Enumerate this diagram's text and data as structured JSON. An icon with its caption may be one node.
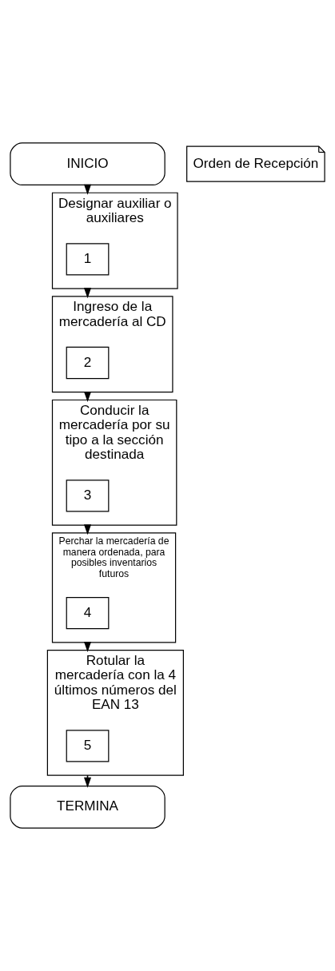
{
  "diagram": {
    "nodes": [
      {
        "text": [
          "INICIO"
        ]
      },
      {
        "text": [
          "Designar auxiliar o auxiliares"
        ]
      },
      {
        "text": [
          "1"
        ],
        "in": 1
      },
      {
        "text": [
          "Orden de Recepción"
        ]
      },
      {
        "text": [
          "Ingreso de la mercadería al CD"
        ]
      },
      {
        "text": [
          "2"
        ],
        "in": 4
      },
      {
        "text": [
          "Conducir la mercadería por su tipo a la sección destinada"
        ]
      },
      {
        "text": [
          "3"
        ],
        "in": 6
      },
      {
        "text": [
          "Perchar la mercadería de manera ordenada, para posibles inventarios futuros"
        ]
      },
      {
        "text": [
          "4"
        ],
        "in": 8
      },
      {
        "text": [
          "Rotular la mercadería con la 4 últimos números del EAN 13"
        ]
      },
      {
        "text": [
          "5"
        ],
        "in": 10
      },
      {
        "text": [
          "TERMINA"
        ]
      }
    ],
    "edges": [
      {
        "from": 0,
        "to": 1,
        "arrow": "to"
      },
      {
        "from": 1,
        "to": 4,
        "arrow": "to"
      },
      {
        "from": 4,
        "to": 6,
        "arrow": "to"
      },
      {
        "from": 6,
        "to": 8,
        "arrow": "to"
      },
      {
        "from": 8,
        "to": 10,
        "arrow": "to"
      },
      {
        "from": 10,
        "to": 12,
        "arrow": "to"
      }
    ]
  }
}
